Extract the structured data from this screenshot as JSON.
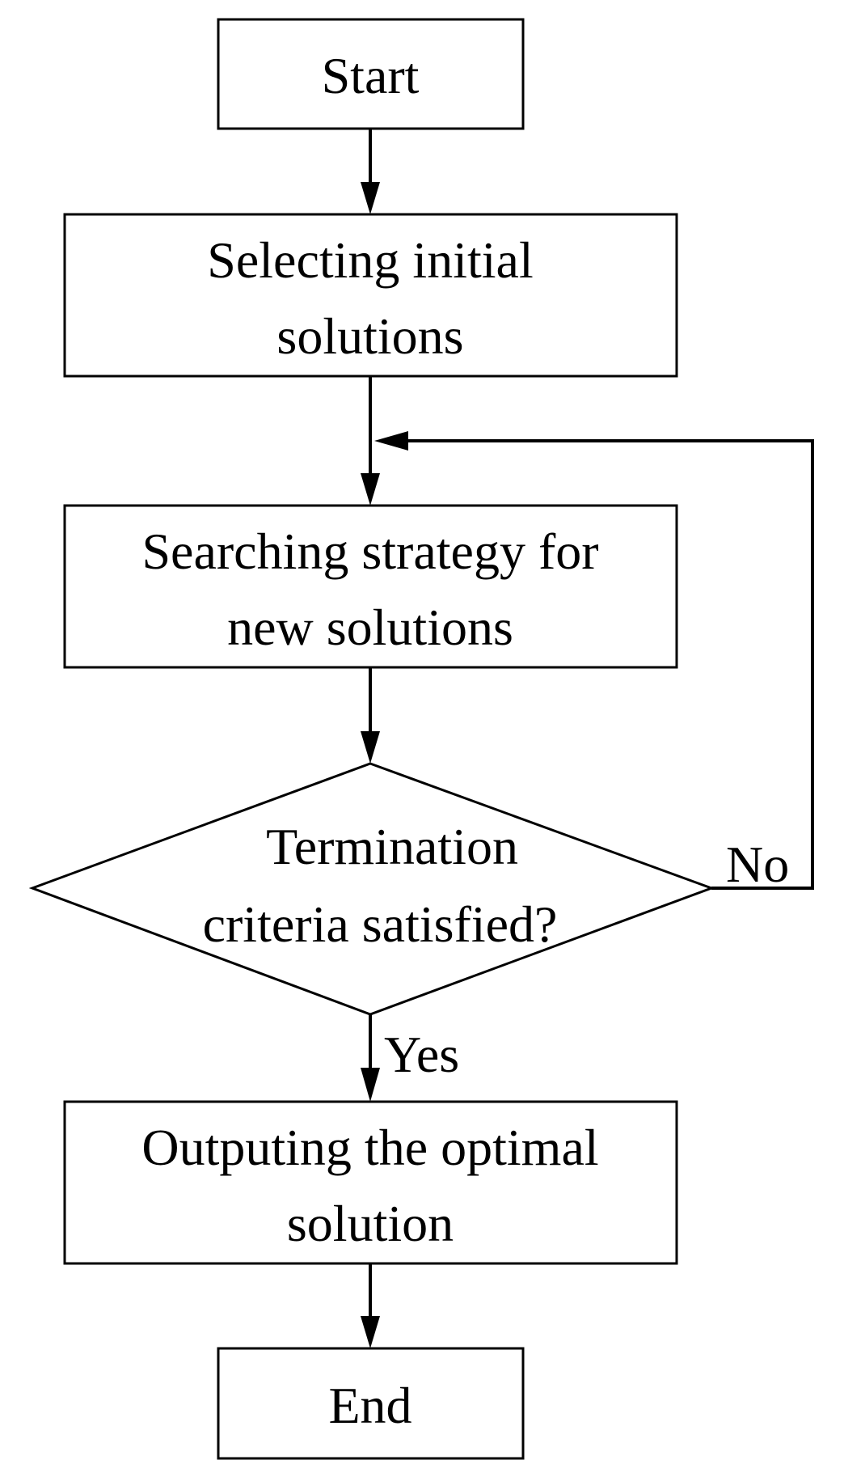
{
  "diagram": {
    "nodes": {
      "start": {
        "label": "Start"
      },
      "select_initial": {
        "line1": "Selecting initial",
        "line2": "solutions"
      },
      "search_strategy": {
        "line1": "Searching strategy for",
        "line2": "new solutions"
      },
      "termination_check": {
        "line1": "Termination",
        "line2": "criteria satisfied?"
      },
      "output_optimal": {
        "line1": "Outputing the optimal",
        "line2": "solution"
      },
      "end": {
        "label": "End"
      }
    },
    "edges": {
      "no_label": "No",
      "yes_label": "Yes"
    }
  }
}
